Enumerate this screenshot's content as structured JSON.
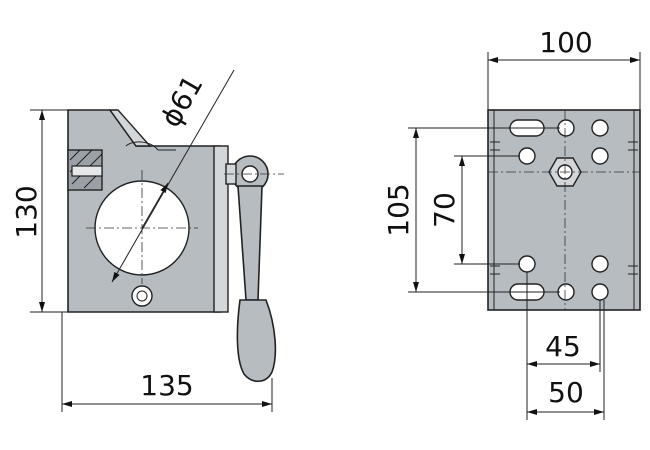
{
  "dimensions": {
    "side_height": "130",
    "side_width": "135",
    "bore_diameter": "ϕ61",
    "front_width": "100",
    "front_height": "105",
    "front_inner_height": "70",
    "hole_spacing_small": "45",
    "hole_spacing_large": "50"
  }
}
